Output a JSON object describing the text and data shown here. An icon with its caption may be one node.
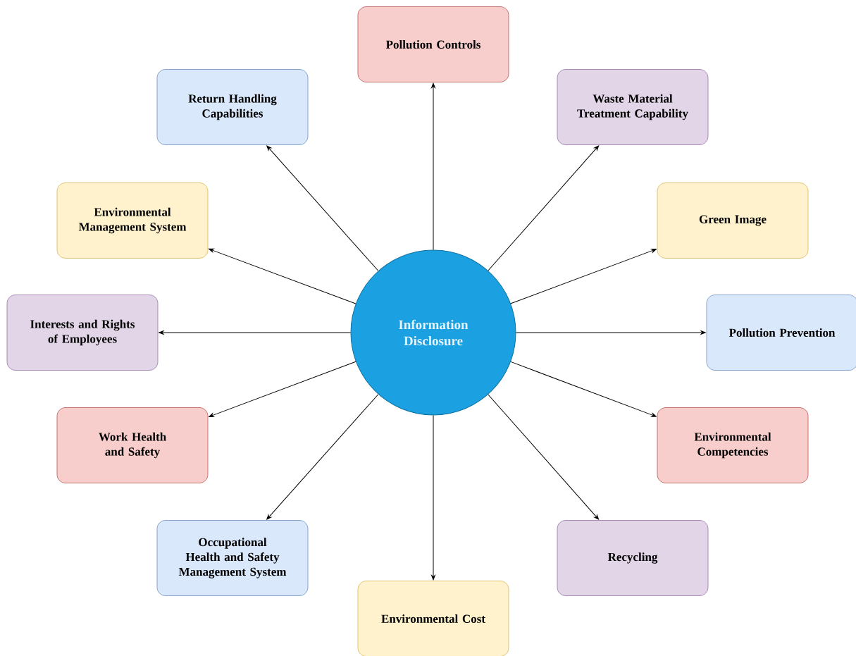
{
  "diagram": {
    "nodes": [
      {
        "text": [
          "Information Disclosure"
        ]
      },
      {
        "text": [
          "Pollution Controls"
        ]
      },
      {
        "text": [
          "Waste Material Treatment Capability"
        ]
      },
      {
        "text": [
          "Green Image"
        ]
      },
      {
        "text": [
          "Pollution Prevention"
        ]
      },
      {
        "text": [
          "Environmental Competencies"
        ]
      },
      {
        "text": [
          "Recycling"
        ]
      },
      {
        "text": [
          "Environmental Cost"
        ]
      },
      {
        "text": [
          "Occupational Health and Safety Management System"
        ]
      },
      {
        "text": [
          "Work Health and Safety"
        ]
      },
      {
        "text": [
          "Interests and Rights of Employees"
        ]
      },
      {
        "text": [
          "Environmental Management System"
        ]
      },
      {
        "text": [
          "Return Handling Capabilities"
        ]
      }
    ],
    "edges": [
      {
        "from": 0,
        "to": 1,
        "arrow": "to"
      },
      {
        "from": 0,
        "to": 2,
        "arrow": "to"
      },
      {
        "from": 0,
        "to": 3,
        "arrow": "to"
      },
      {
        "from": 0,
        "to": 4,
        "arrow": "to"
      },
      {
        "from": 0,
        "to": 5,
        "arrow": "to"
      },
      {
        "from": 0,
        "to": 6,
        "arrow": "to"
      },
      {
        "from": 0,
        "to": 7,
        "arrow": "to"
      },
      {
        "from": 0,
        "to": 8,
        "arrow": "to"
      },
      {
        "from": 0,
        "to": 9,
        "arrow": "to"
      },
      {
        "from": 0,
        "to": 10,
        "arrow": "to"
      },
      {
        "from": 0,
        "to": 11,
        "arrow": "to"
      },
      {
        "from": 0,
        "to": 12,
        "arrow": "to"
      }
    ]
  }
}
